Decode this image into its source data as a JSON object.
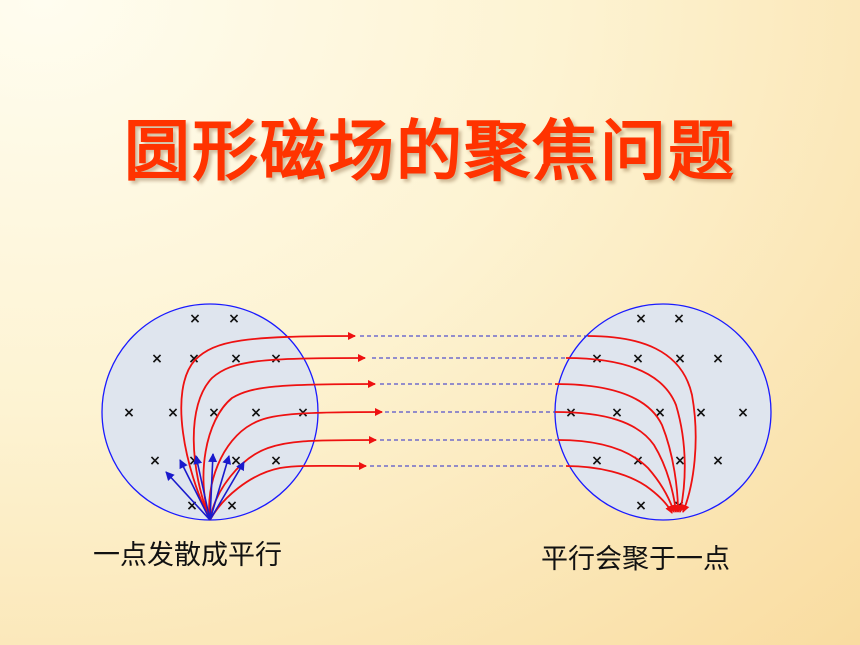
{
  "title": "圆形磁场的聚焦问题",
  "captions": {
    "left": "一点发散成平行",
    "right": "平行会聚于一点"
  },
  "field_marker": "×",
  "colors": {
    "title": "#ff3300",
    "field_circle_fill": "#dfe5ee",
    "field_circle_stroke": "#1a1aff",
    "trajectory": "#ee1111",
    "velocity_arrow": "#1a1acc",
    "dashed_line": "#2a2acc"
  }
}
